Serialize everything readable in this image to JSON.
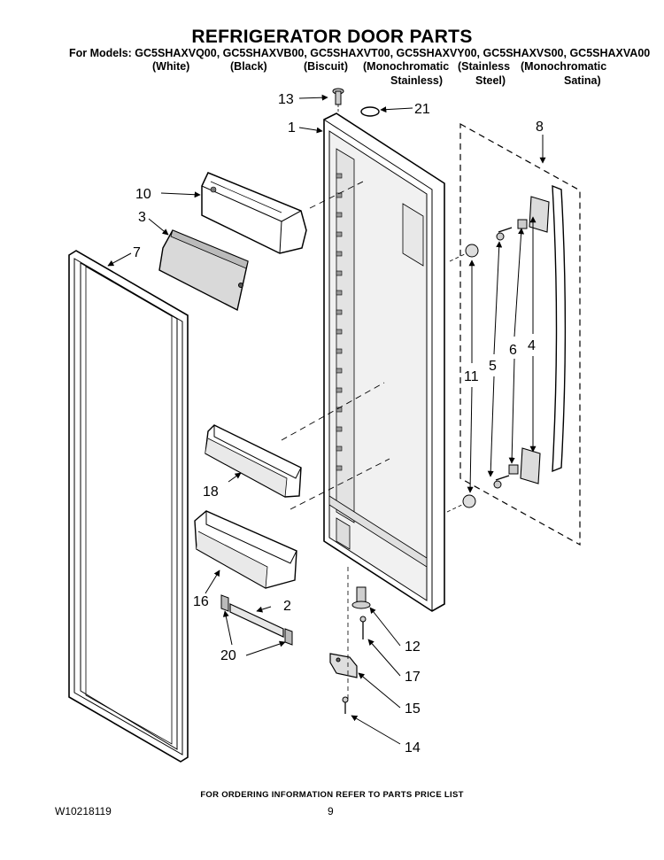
{
  "header": {
    "title": "REFRIGERATOR DOOR PARTS",
    "models_line": "For Models: GC5SHAXVQ00, GC5SHAXVB00, GC5SHAXVT00, GC5SHAXVY00, GC5SHAXVS00, GC5SHAXVA00",
    "variants_row1": [
      "(White)",
      "(Black)",
      "(Biscuit)",
      "(Monochromatic",
      "(Stainless",
      "(Monochromatic"
    ],
    "variants_row2": [
      "Stainless)",
      "Steel)",
      "Satina)"
    ]
  },
  "callouts": {
    "c1": "1",
    "c2": "2",
    "c3": "3",
    "c4": "4",
    "c5": "5",
    "c6": "6",
    "c7": "7",
    "c8": "8",
    "c10": "10",
    "c11": "11",
    "c12": "12",
    "c13": "13",
    "c14": "14",
    "c15": "15",
    "c16": "16",
    "c17": "17",
    "c18": "18",
    "c20": "20",
    "c21": "21"
  },
  "footer": {
    "ordering_note": "FOR ORDERING INFORMATION REFER TO PARTS PRICE LIST",
    "document_number": "W10218119",
    "page_number": "9"
  }
}
